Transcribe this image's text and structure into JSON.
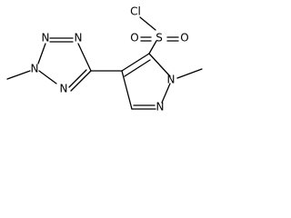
{
  "molecule": {
    "labels": {
      "cl": "Cl",
      "s": "S",
      "o_left": "O",
      "o_right": "O",
      "n_tz_top_left": "N",
      "n_tz_top_right": "N",
      "n_tz_mid": "N",
      "n_tz_bottom": "N",
      "n_pz_methyl": "N",
      "n_pz_bottom": "N"
    }
  }
}
